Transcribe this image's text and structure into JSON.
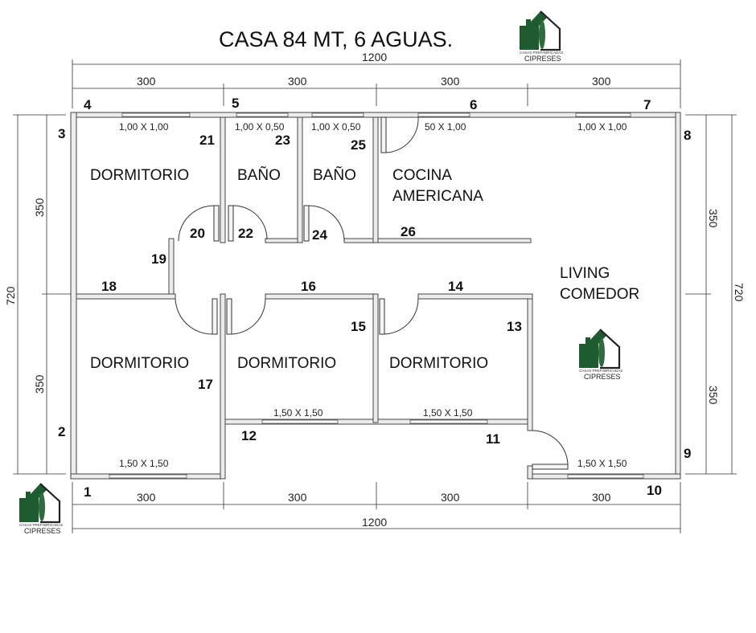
{
  "title": "CASA 84 MT,  6 AGUAS.",
  "logo": {
    "line1": "CASAS PREFABRICADAS",
    "line2": "CIPRESES",
    "brand_color": "#1e5b2f"
  },
  "dimensions": {
    "total_width": "1200",
    "top_segments": [
      "300",
      "300",
      "300",
      "300"
    ],
    "bottom_segments": [
      "300",
      "300",
      "300",
      "300"
    ],
    "total_bottom": "1200",
    "left_segments": [
      "350",
      "350"
    ],
    "left_total": "720",
    "right_segments": [
      "350",
      "350"
    ],
    "right_total": "720"
  },
  "rooms": {
    "dorm_top": "DORMITORIO",
    "bano1": "BAÑO",
    "bano2": "BAÑO",
    "cocina1": "COCINA",
    "cocina2": "AMERICANA",
    "living1": "LIVING",
    "living2": "COMEDOR",
    "dorm_bl": "DORMITORIO",
    "dorm_bm": "DORMITORIO",
    "dorm_br": "DORMITORIO"
  },
  "windows": {
    "w1": "1,00 X 1,00",
    "w2": "1,00 X 0,50",
    "w3": "1,00 X 0,50",
    "w4": "50 X 1,00",
    "w5": "1,00 X 1,00",
    "w6": "1,50 X 1,50",
    "w7": "1,50 X 1,50",
    "w8": "1,50 X 1,50",
    "w9": "1,50 X 1,50"
  },
  "points": {
    "p1": "1",
    "p2": "2",
    "p3": "3",
    "p4": "4",
    "p5": "5",
    "p6": "6",
    "p7": "7",
    "p8": "8",
    "p9": "9",
    "p10": "10",
    "p11": "11",
    "p12": "12",
    "p13": "13",
    "p14": "14",
    "p15": "15",
    "p16": "16",
    "p17": "17",
    "p18": "18",
    "p19": "19",
    "p20": "20",
    "p21": "21",
    "p22": "22",
    "p23": "23",
    "p24": "24",
    "p25": "25",
    "p26": "26"
  }
}
